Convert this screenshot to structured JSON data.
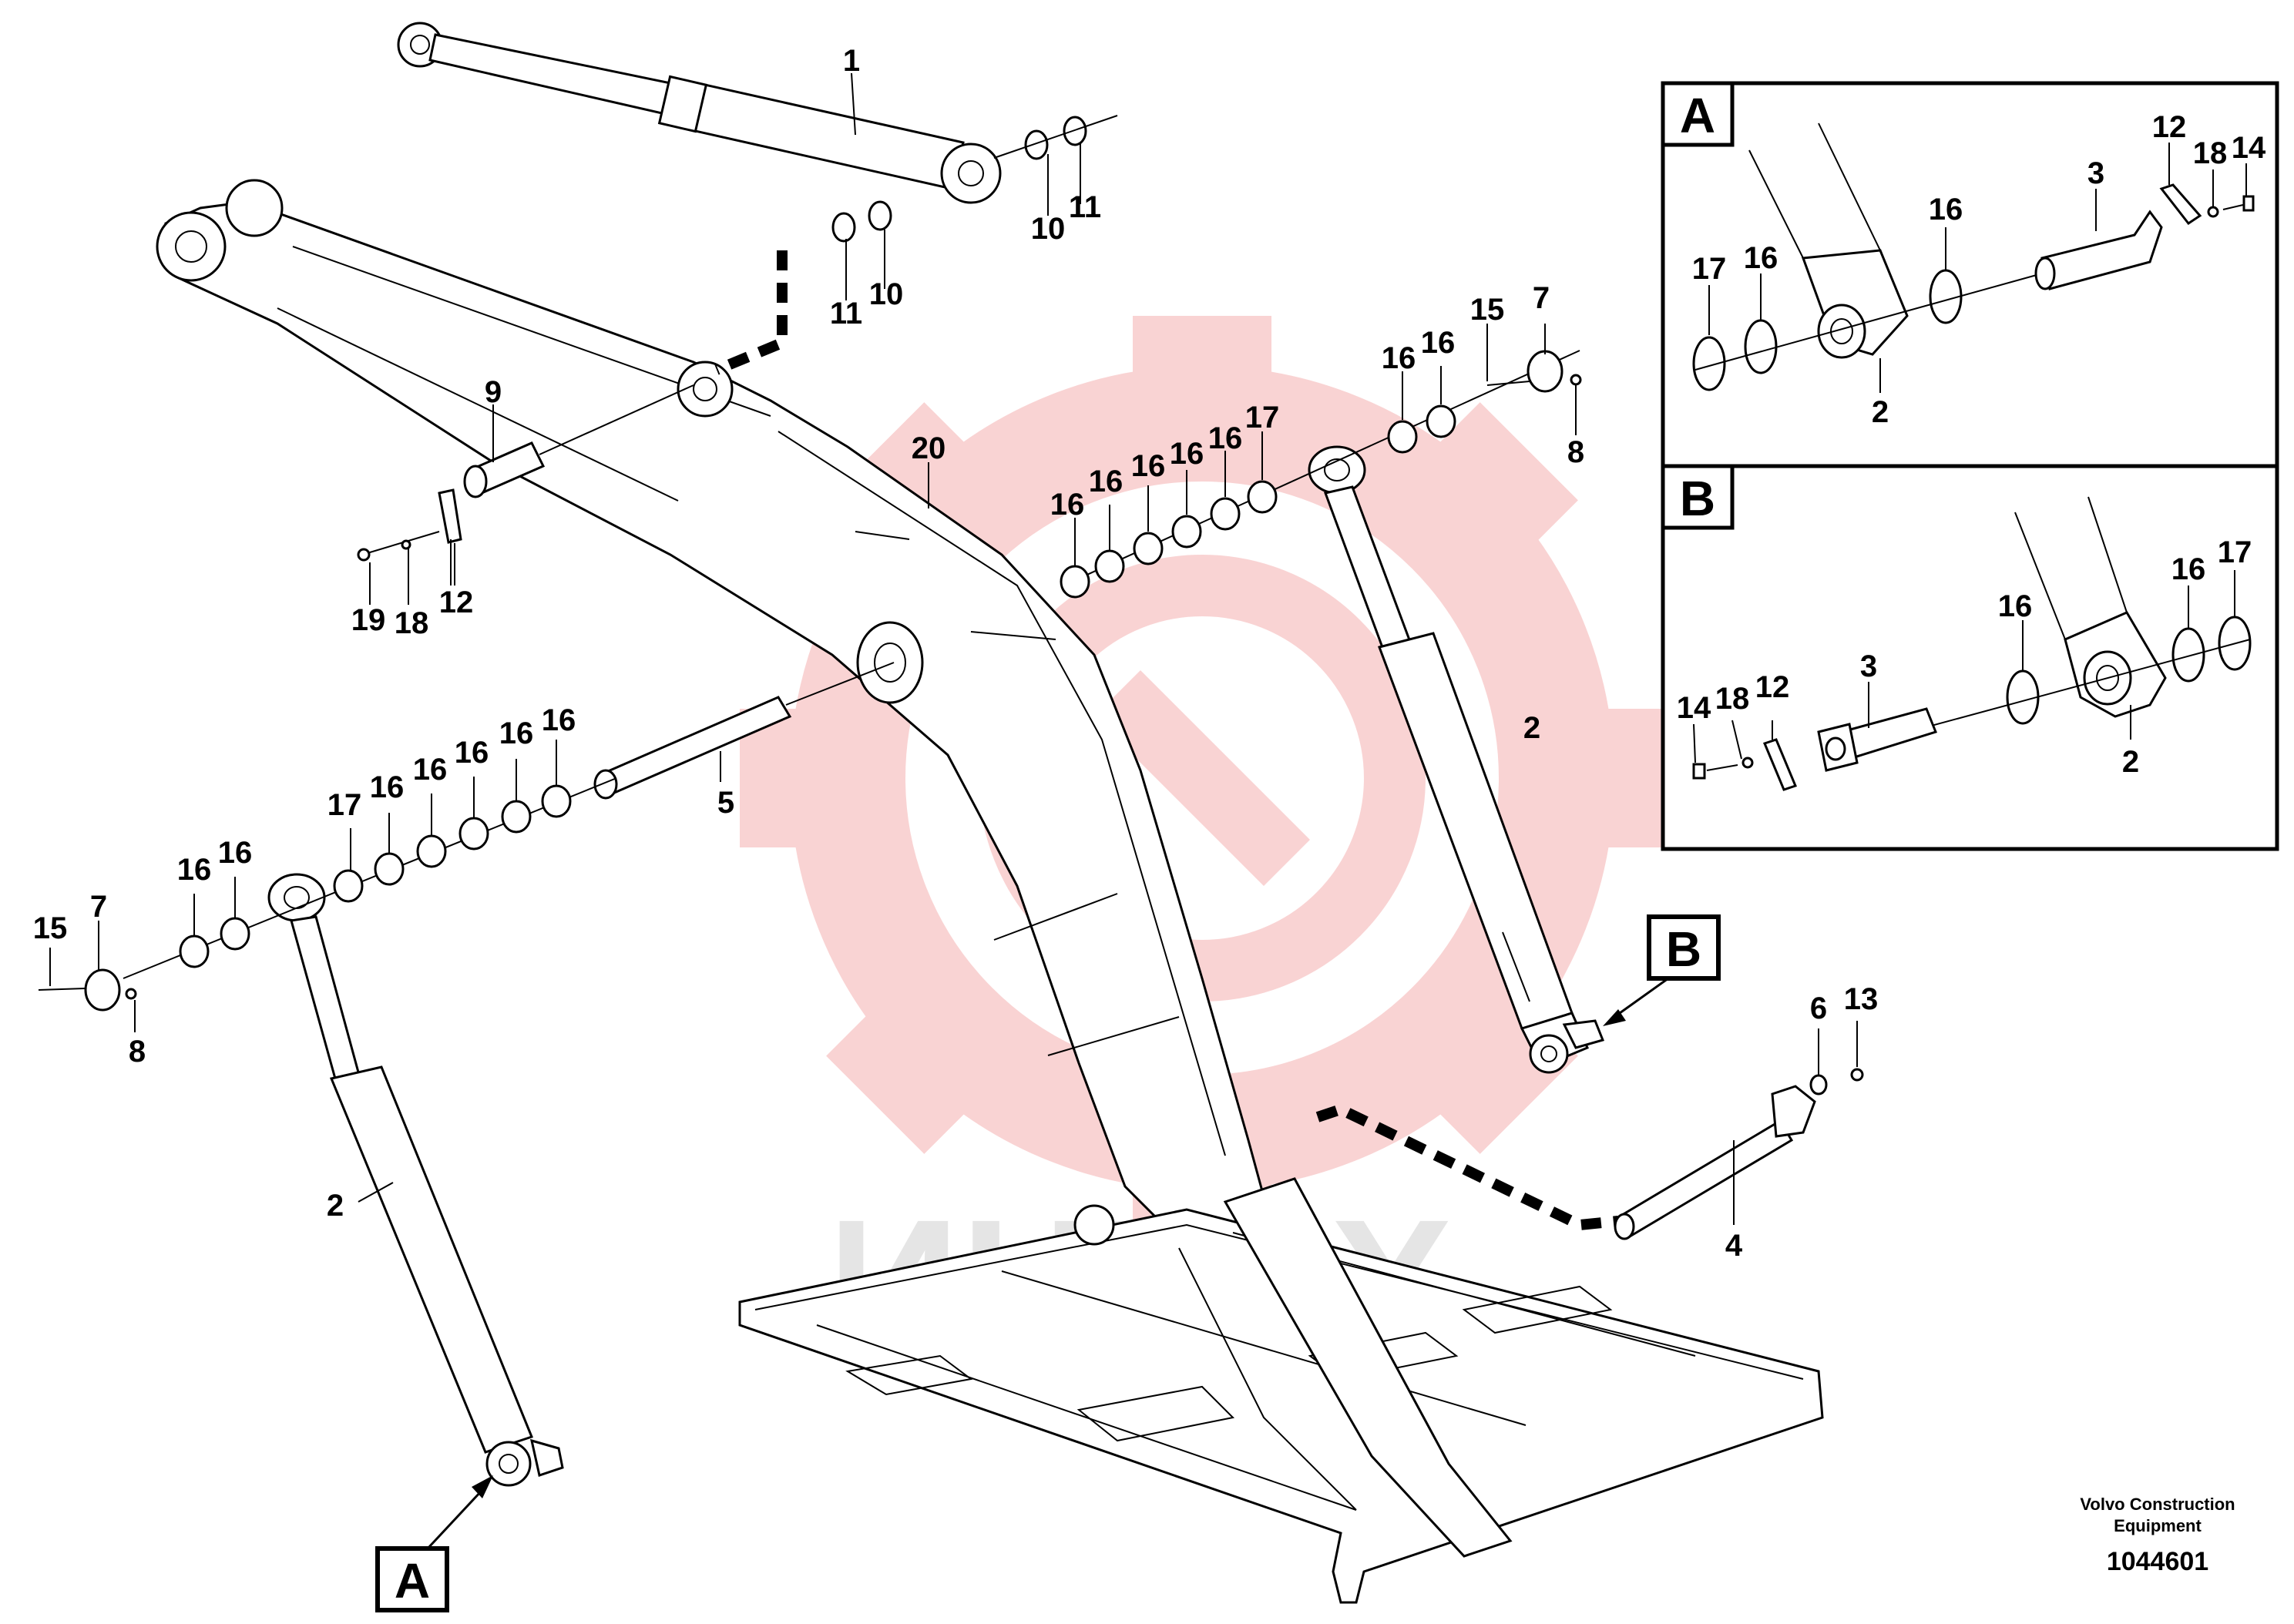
{
  "watermark": {
    "text": "ИНТЕХ",
    "color": "#f5b5b5"
  },
  "detail_boxes": [
    {
      "letter": "A",
      "labels": [
        "17",
        "16",
        "2",
        "16",
        "3",
        "12",
        "18",
        "14"
      ]
    },
    {
      "letter": "B",
      "labels": [
        "14",
        "18",
        "12",
        "3",
        "16",
        "2",
        "16",
        "17"
      ]
    }
  ],
  "detail_pointers": [
    "A",
    "B"
  ],
  "callouts": {
    "top_cylinder": [
      "1",
      "10",
      "11",
      "11",
      "10"
    ],
    "boom_pin": [
      "9",
      "19",
      "18",
      "12"
    ],
    "boom_center": [
      "20",
      "5"
    ],
    "right_cylinder": [
      "15",
      "7",
      "16",
      "16",
      "16",
      "16",
      "16",
      "16",
      "16",
      "17",
      "8",
      "2"
    ],
    "left_cylinder": [
      "16",
      "16",
      "16",
      "16",
      "16",
      "17",
      "16",
      "16",
      "15",
      "7",
      "8",
      "2"
    ],
    "frame_pin": [
      "6",
      "13",
      "4"
    ]
  },
  "footer": {
    "brand_line1": "Volvo Construction",
    "brand_line2": "Equipment",
    "drawing_number": "1044601"
  }
}
